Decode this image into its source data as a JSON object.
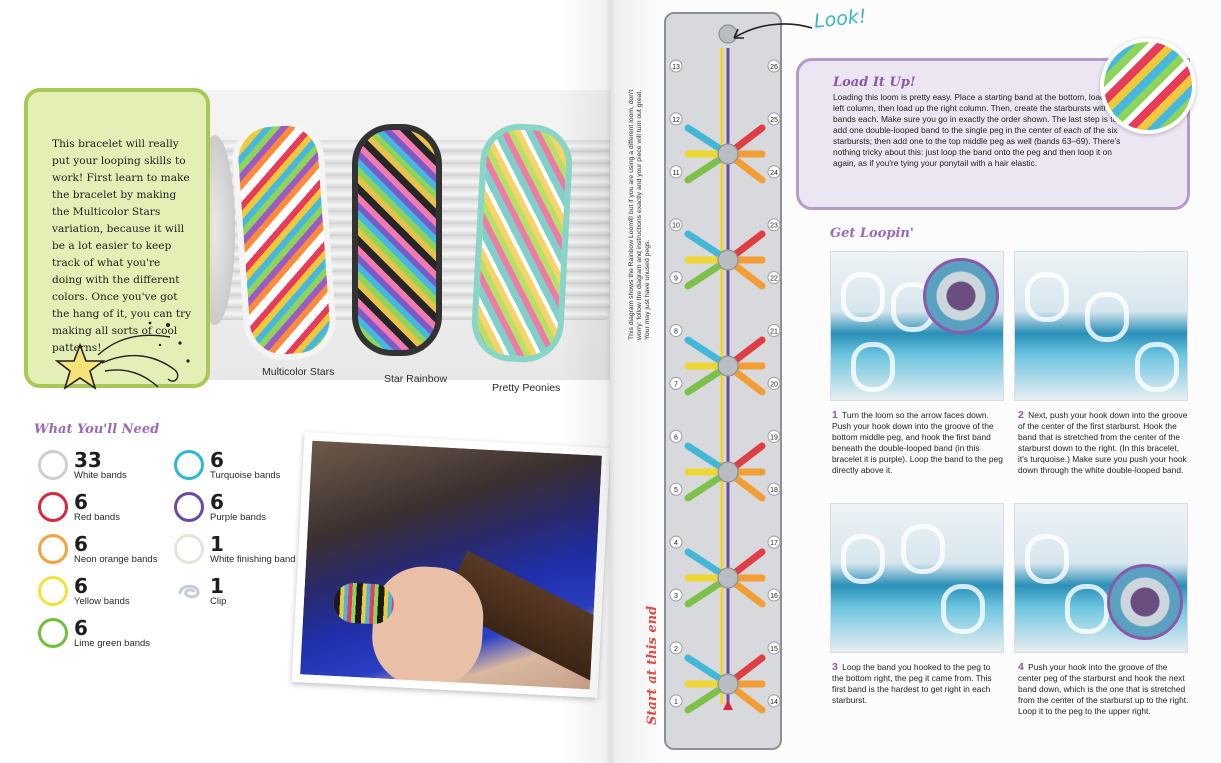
{
  "intro": {
    "text": "This bracelet will really put your looping skills to work! First learn to make the bracelet by making the Multicolor Stars variation, because it will be a lot easier to keep track of what you're doing with the different colors. Once you've got the hang of it, you can try making all sorts of cool patterns!"
  },
  "bracelets": [
    {
      "label": "Multicolor Stars"
    },
    {
      "label": "Star Rainbow"
    },
    {
      "label": "Pretty Peonies"
    }
  ],
  "need": {
    "title": "What You'll Need",
    "items": [
      {
        "qty": "33",
        "label": "White bands",
        "color": "#cfcfcf"
      },
      {
        "qty": "6",
        "label": "Red bands",
        "color": "#d9263f"
      },
      {
        "qty": "6",
        "label": "Neon orange bands",
        "color": "#f7a23a"
      },
      {
        "qty": "6",
        "label": "Yellow bands",
        "color": "#f3e23a"
      },
      {
        "qty": "6",
        "label": "Lime green bands",
        "color": "#6fbf3a"
      },
      {
        "qty": "6",
        "label": "Turquoise bands",
        "color": "#2fb8d0"
      },
      {
        "qty": "6",
        "label": "Purple bands",
        "color": "#6a4aa8"
      },
      {
        "qty": "1",
        "label": "White finishing band",
        "color": "#e8e4dc"
      },
      {
        "qty": "1",
        "label": "Clip",
        "color": "#cfd6e0"
      }
    ]
  },
  "loom": {
    "side_note": "This diagram shows the Rainbow Loom® but if you are using a different loom, don't worry: follow the diagram and instructions exactly and your piece will turn out great. Your may just have unused pegs.",
    "start_label": "Start at this end",
    "look_label": "Look!",
    "numbers_left": [
      "13",
      "12",
      "11",
      "10",
      "9",
      "8",
      "7",
      "6",
      "5",
      "4",
      "3",
      "2",
      "1"
    ],
    "numbers_right": [
      "26",
      "25",
      "24",
      "23",
      "22",
      "21",
      "20",
      "19",
      "18",
      "17",
      "16",
      "15",
      "14"
    ],
    "colors": {
      "red": "#e0363c",
      "orange": "#f49b2c",
      "yellow": "#f0d62a",
      "green": "#79c043",
      "turquoise": "#3bb7d6",
      "purple": "#6b4aa6",
      "peg": "#b9bcc1"
    }
  },
  "load": {
    "title": "Load It Up!",
    "text": "Loading this loom is pretty easy. Place a starting band at the bottom, load up the left column, then load up the right column. Then, create the starbursts with six bands each. Make sure you go in exactly the order shown. The last step is to add one double-looped band to the single peg in the center of each of the six starbursts; then add one to the top middle peg as well (bands 63–69). There's nothing tricky about this: just loop the band onto the peg and then loop it on again, as if you're tying your ponytail with a hair elastic."
  },
  "loopin": {
    "title": "Get Loopin'",
    "steps": [
      {
        "num": "1",
        "text": "Turn the loom so the arrow faces down. Push your hook down into the groove of the bottom middle peg, and hook the first band beneath the double-looped band (in this bracelet it is purple). Loop the band to the peg directly above it."
      },
      {
        "num": "2",
        "text": "Next, push your hook down into the groove of the center of the first starburst. Hook the band that is stretched from the center of the starburst down to the right. (In this bracelet, it's turquoise.) Make sure you push your hook down through the white double-looped band."
      },
      {
        "num": "3",
        "text": "Loop the band you hooked to the peg to the bottom right, the peg it came from. This first band is the hardest to get right in each starburst."
      },
      {
        "num": "4",
        "text": "Push your hook into the groove of the center peg of the starburst and hook the next band down, which is the one that is stretched from the center of the starburst up to the right. Loop it to the peg to the upper right."
      }
    ]
  }
}
